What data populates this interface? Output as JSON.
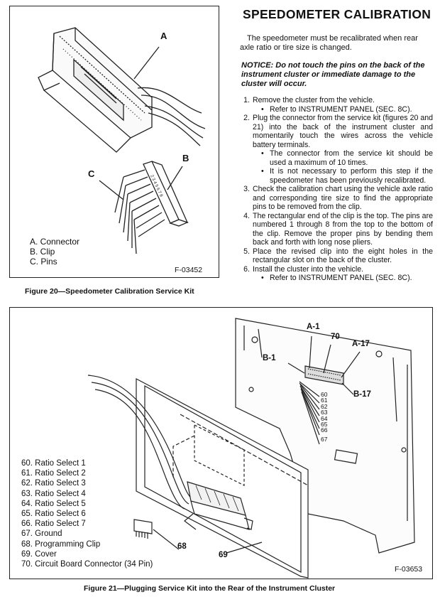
{
  "figure20": {
    "callouts": {
      "a": "A",
      "b": "B",
      "c": "C"
    },
    "legend": [
      "A. Connector",
      "B. Clip",
      "C. Pins"
    ],
    "code": "F-03452",
    "caption": "Figure 20—Speedometer Calibration Service Kit"
  },
  "text": {
    "title": "SPEEDOMETER CALIBRATION",
    "intro": "The speedometer must be recalibrated when rear axle ratio or tire size is changed.",
    "notice": "NOTICE: Do not touch the pins on the back of the instrument cluster or immediate damage to the cluster will occur.",
    "steps": [
      {
        "num": "1.",
        "text": "Remove the cluster from the vehicle.",
        "subs": [
          "Refer to INSTRUMENT PANEL (SEC. 8C)."
        ]
      },
      {
        "num": "2.",
        "text": "Plug the connector from the service kit (figures 20 and 21) into the back of the instrument cluster and momentarily touch the wires across the vehicle battery terminals.",
        "subs": [
          "The connector from the service kit should be used a maximum of 10 times.",
          "It is not necessary to perform this step if the speedometer has been previously recalibrated."
        ]
      },
      {
        "num": "3.",
        "text": "Check the calibration chart using the vehicle axle ratio and corresponding tire size to find the appropriate pins to be removed from the clip.",
        "subs": []
      },
      {
        "num": "4.",
        "text": "The rectangular end of the clip is the top. The pins are numbered 1 through 8 from the top to the bottom of the clip. Remove the proper pins by bending them back and forth with long nose pliers.",
        "subs": []
      },
      {
        "num": "5.",
        "text": "Place the revised clip into the eight holes in the rectangular slot on the back of the cluster.",
        "subs": []
      },
      {
        "num": "6.",
        "text": "Install the cluster into the vehicle.",
        "subs": [
          "Refer to INSTRUMENT PANEL (SEC. 8C)."
        ]
      }
    ]
  },
  "figure21": {
    "callouts": {
      "a1": "A-1",
      "c70": "70",
      "a17": "A-17",
      "b1": "B-1",
      "b17": "B-17",
      "c68": "68",
      "c69": "69"
    },
    "pin_labels": [
      "60",
      "61",
      "62",
      "63",
      "64",
      "65",
      "66",
      "67"
    ],
    "legend": [
      "60.  Ratio Select 1",
      "61.  Ratio Select 2",
      "62.  Ratio Select 3",
      "63.  Ratio Select 4",
      "64.  Ratio Select 5",
      "65.  Ratio Select 6",
      "66.  Ratio Select 7",
      "67.  Ground",
      "68.  Programming Clip",
      "69.  Cover",
      "70.  Circuit Board Connector (34 Pin)"
    ],
    "code": "F-03653",
    "caption": "Figure 21—Plugging Service Kit into the Rear of the Instrument Cluster"
  }
}
